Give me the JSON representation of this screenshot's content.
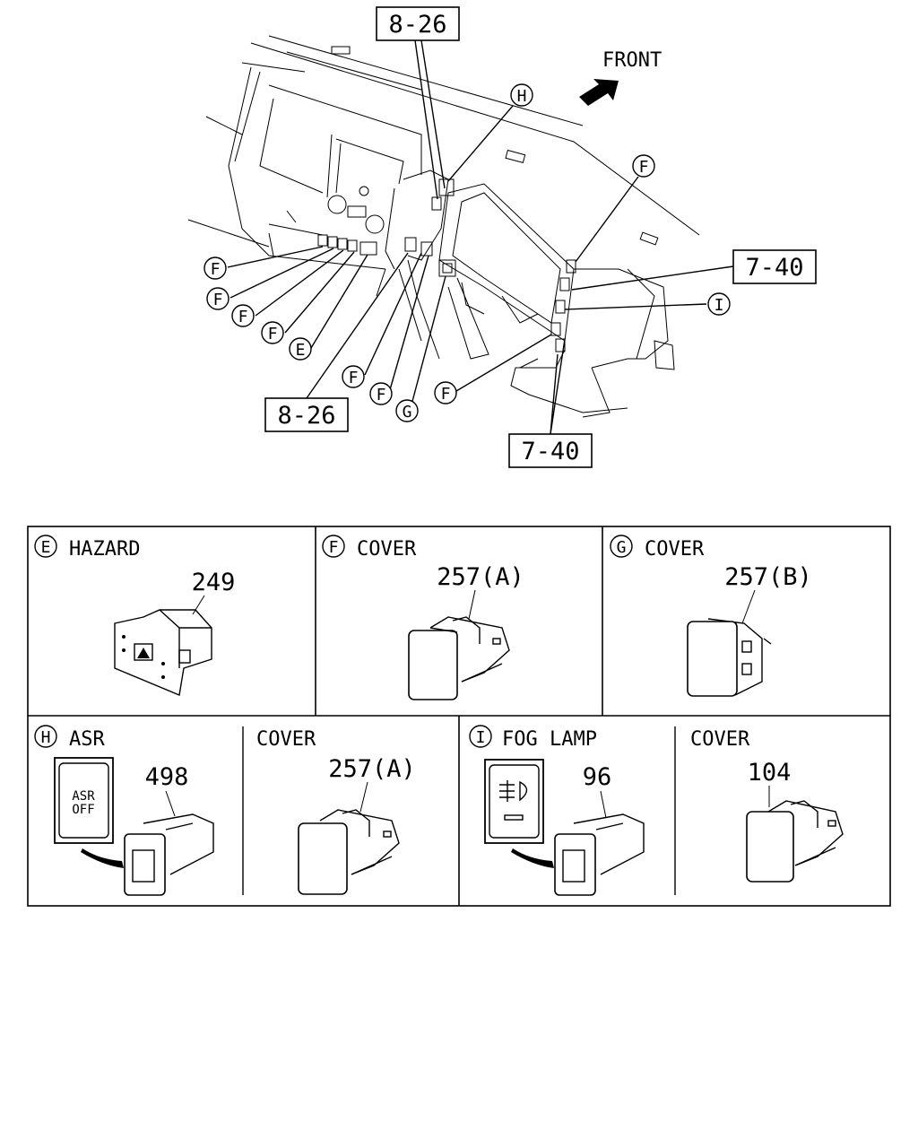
{
  "diagram": {
    "front_label": "FRONT",
    "refs": {
      "top_8_26": "8-26",
      "bottom_8_26": "8-26",
      "right_7_40": "7-40",
      "bottom_7_40": "7-40"
    },
    "callouts": {
      "h": "H",
      "f_top_right": "F",
      "i": "I",
      "f1": "F",
      "f2": "F",
      "f3": "F",
      "f4": "F",
      "e": "E",
      "f5": "F",
      "f6": "F",
      "g": "G",
      "f7": "F"
    }
  },
  "panels": {
    "e": {
      "letter": "E",
      "title": "HAZARD",
      "part": "249"
    },
    "f": {
      "letter": "F",
      "title": "COVER",
      "part": "257(A)"
    },
    "g": {
      "letter": "G",
      "title": "COVER",
      "part": "257(B)"
    },
    "h": {
      "letter": "H",
      "title": "ASR",
      "part": "498",
      "label_line1": "ASR",
      "label_line2": "OFF"
    },
    "h_cover": {
      "title": "COVER",
      "part": "257(A)"
    },
    "i": {
      "letter": "I",
      "title": "FOG  LAMP",
      "part": "96"
    },
    "i_cover": {
      "title": "COVER",
      "part": "104"
    }
  }
}
